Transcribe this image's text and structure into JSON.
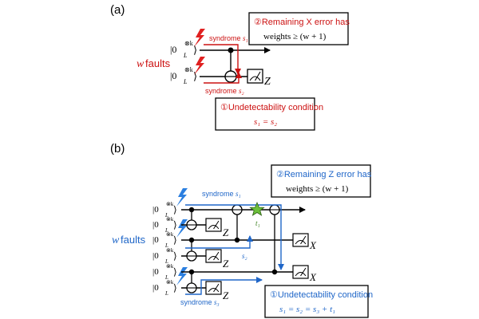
{
  "colors": {
    "red": "#cc1111",
    "blue": "#1f66c8",
    "star": "#5aa02c",
    "wire": "#000000"
  },
  "panel_a": {
    "label": "(a)",
    "ket_top": "|0",
    "ket_sub": "L",
    "ket_sup": "⊗k",
    "ket_close": "⟩",
    "faults_w": "w",
    "faults_text": "faults",
    "syndrome_label": "syndrome",
    "syndrome_top_sub": "s₁",
    "syndrome_bot_sub": "s₂",
    "measure_label": "Z",
    "box_top_line1": "②Remaining X error has",
    "box_top_line2": "weights ≥ (w + 1)",
    "box_bot_line1": "①Undetectability condition",
    "box_bot_line2": "s₁ = s₂"
  },
  "panel_b": {
    "label": "(b)",
    "ket_top": "|0",
    "ket_sub": "L",
    "ket_sup": "⊗k",
    "ket_close": "⟩",
    "faults_w": "w",
    "faults_text": "faults",
    "syndrome_label": "syndrome",
    "syndrome_s1": "s₁",
    "syndrome_s2": "s₂",
    "syndrome_s3": "s₃",
    "star_label": "t₁",
    "measure_z": "Z",
    "measure_x": "X",
    "box_top_line1": "②Remaining Z error has",
    "box_top_line2": "weights ≥ (w + 1)",
    "box_bot_line1": "①Undetectability condition",
    "box_bot_line2": "s₁ = s₂ = s₃ + t₁"
  }
}
